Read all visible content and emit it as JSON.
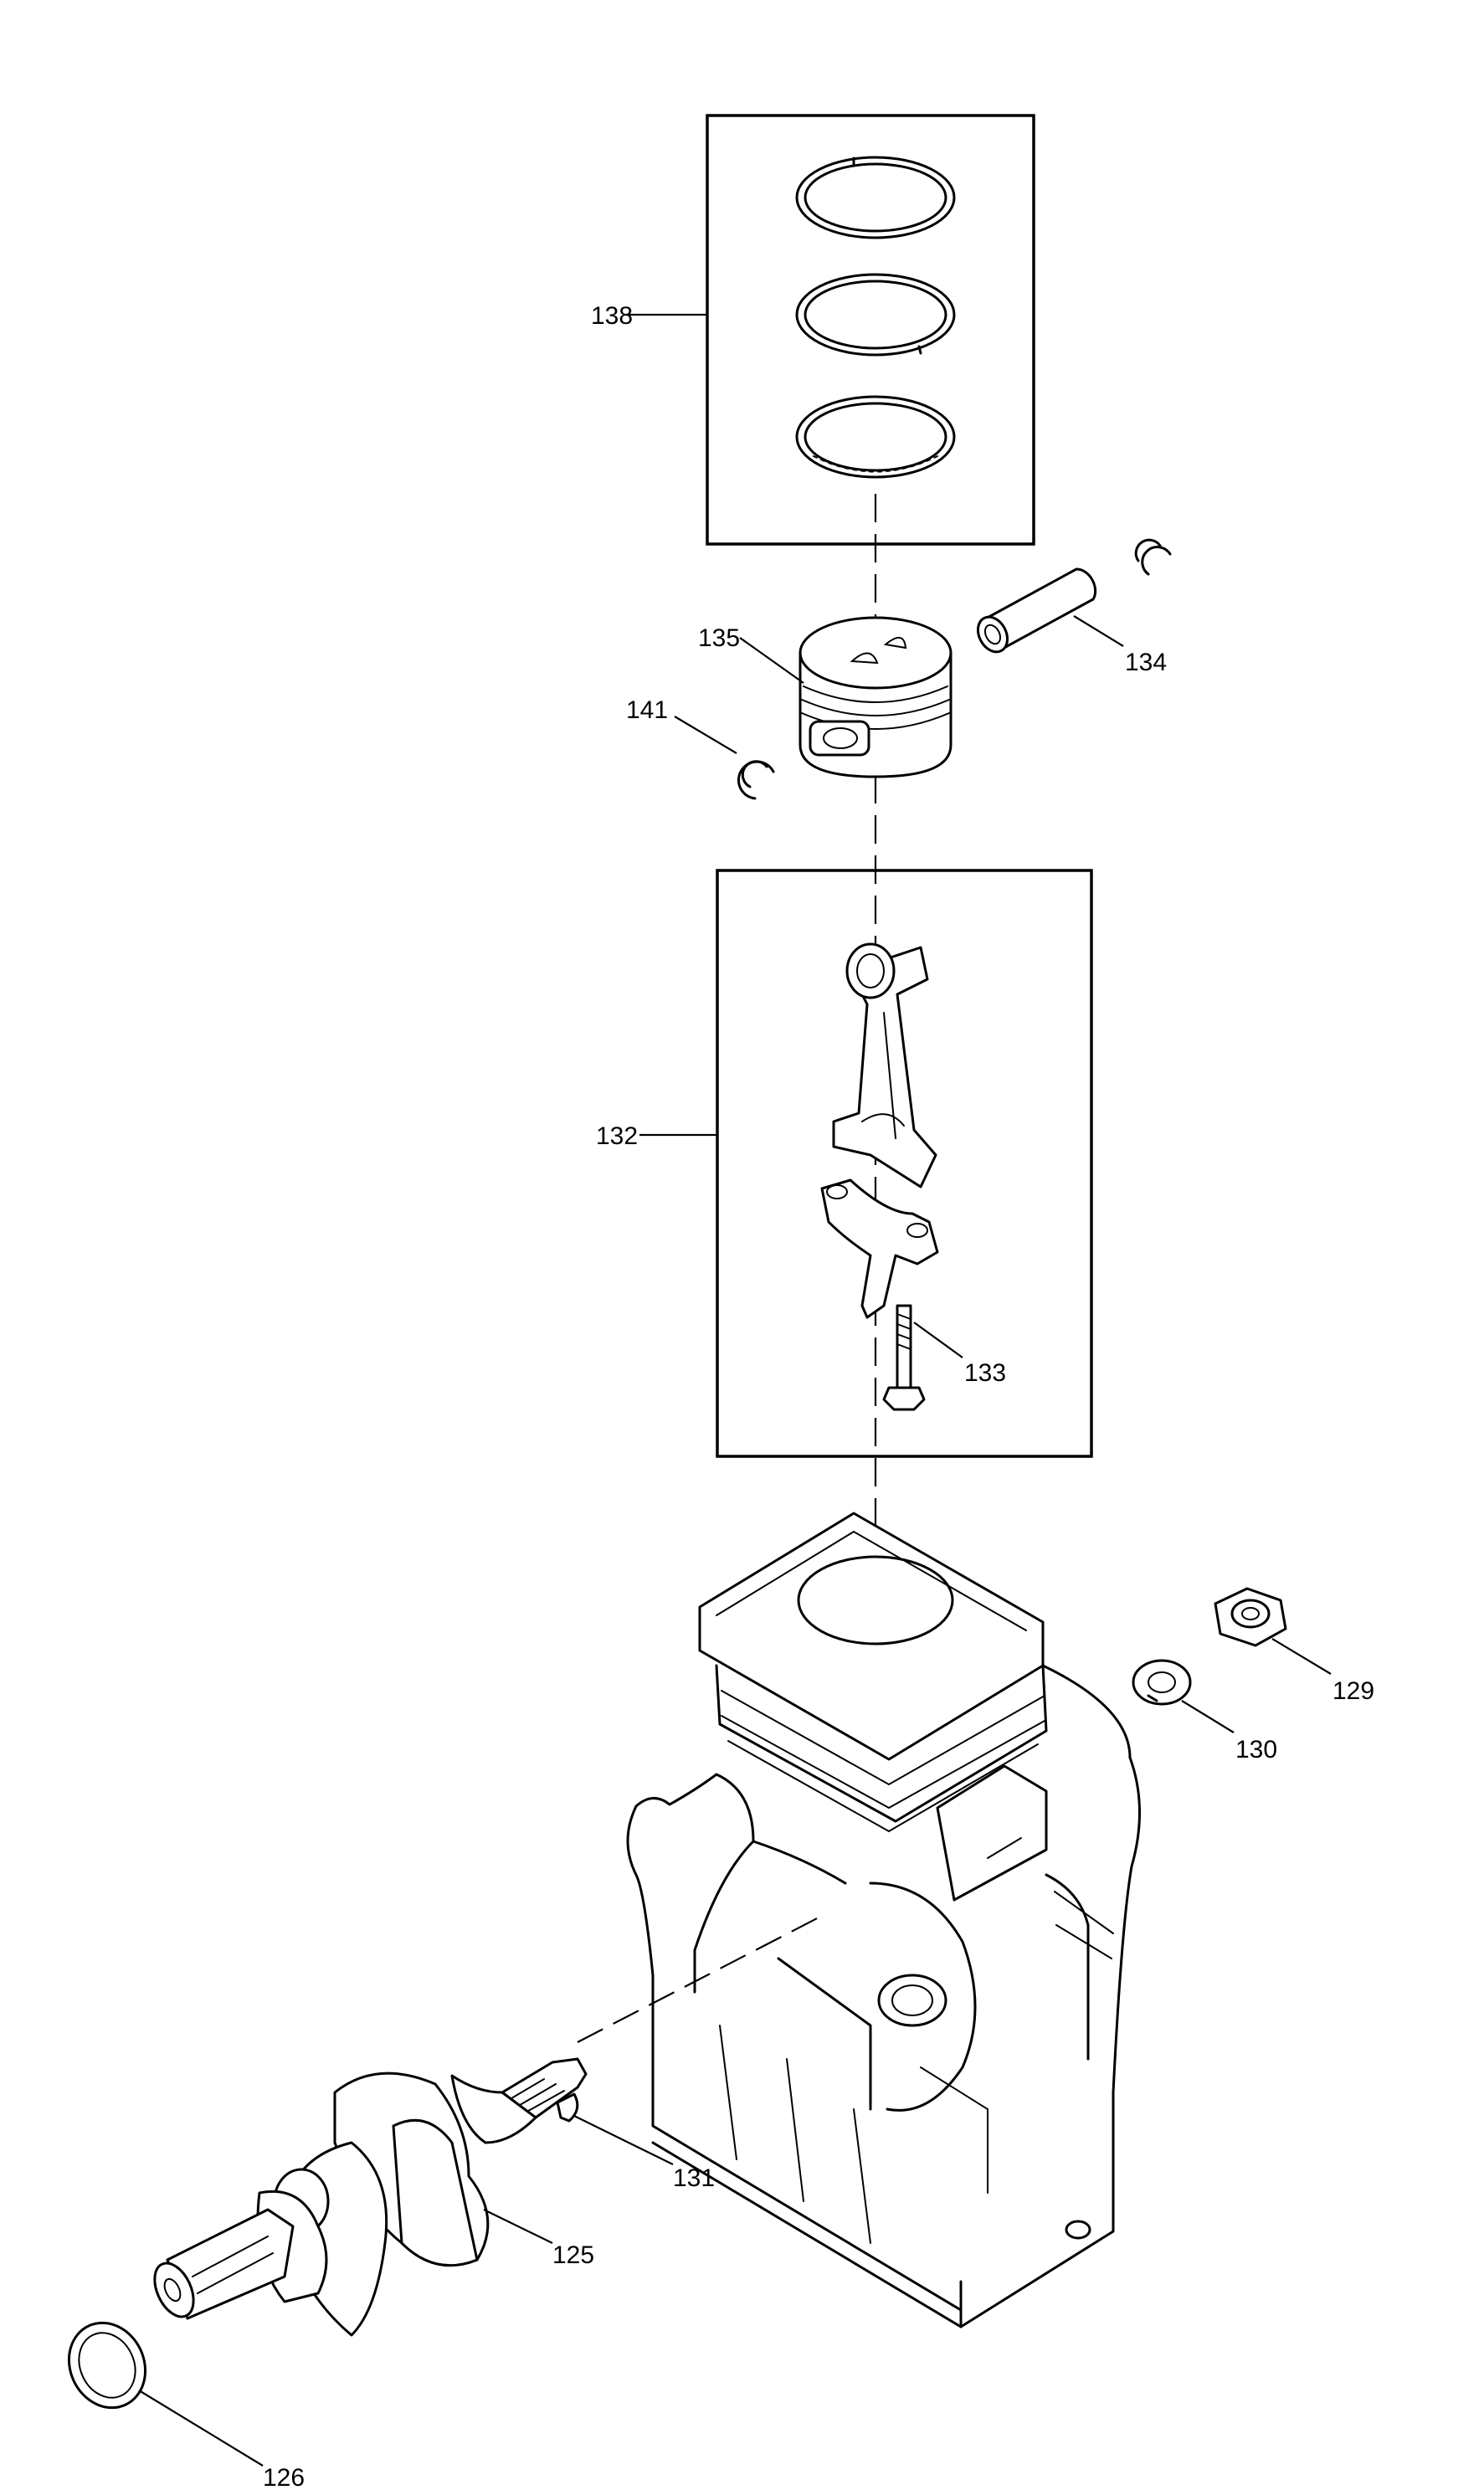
{
  "labels": {
    "p125": "125",
    "p126": "126",
    "p129": "129",
    "p130": "130",
    "p131": "131",
    "p132": "132",
    "p133": "133",
    "p134": "134",
    "p135": "135",
    "p138": "138",
    "p141": "141"
  }
}
